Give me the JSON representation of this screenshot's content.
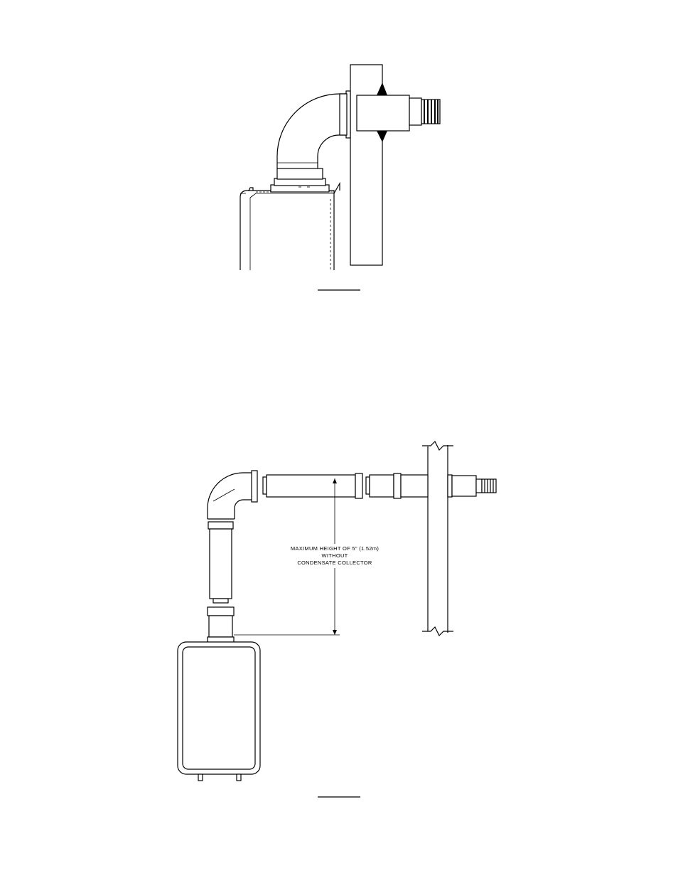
{
  "diagram_bottom": {
    "dimension_note": {
      "line1": "MAXIMUM  HEIGHT  OF  5\"  (1.52m)",
      "line2": "WITHOUT",
      "line3": "CONDENSATE  COLLECTOR"
    }
  }
}
